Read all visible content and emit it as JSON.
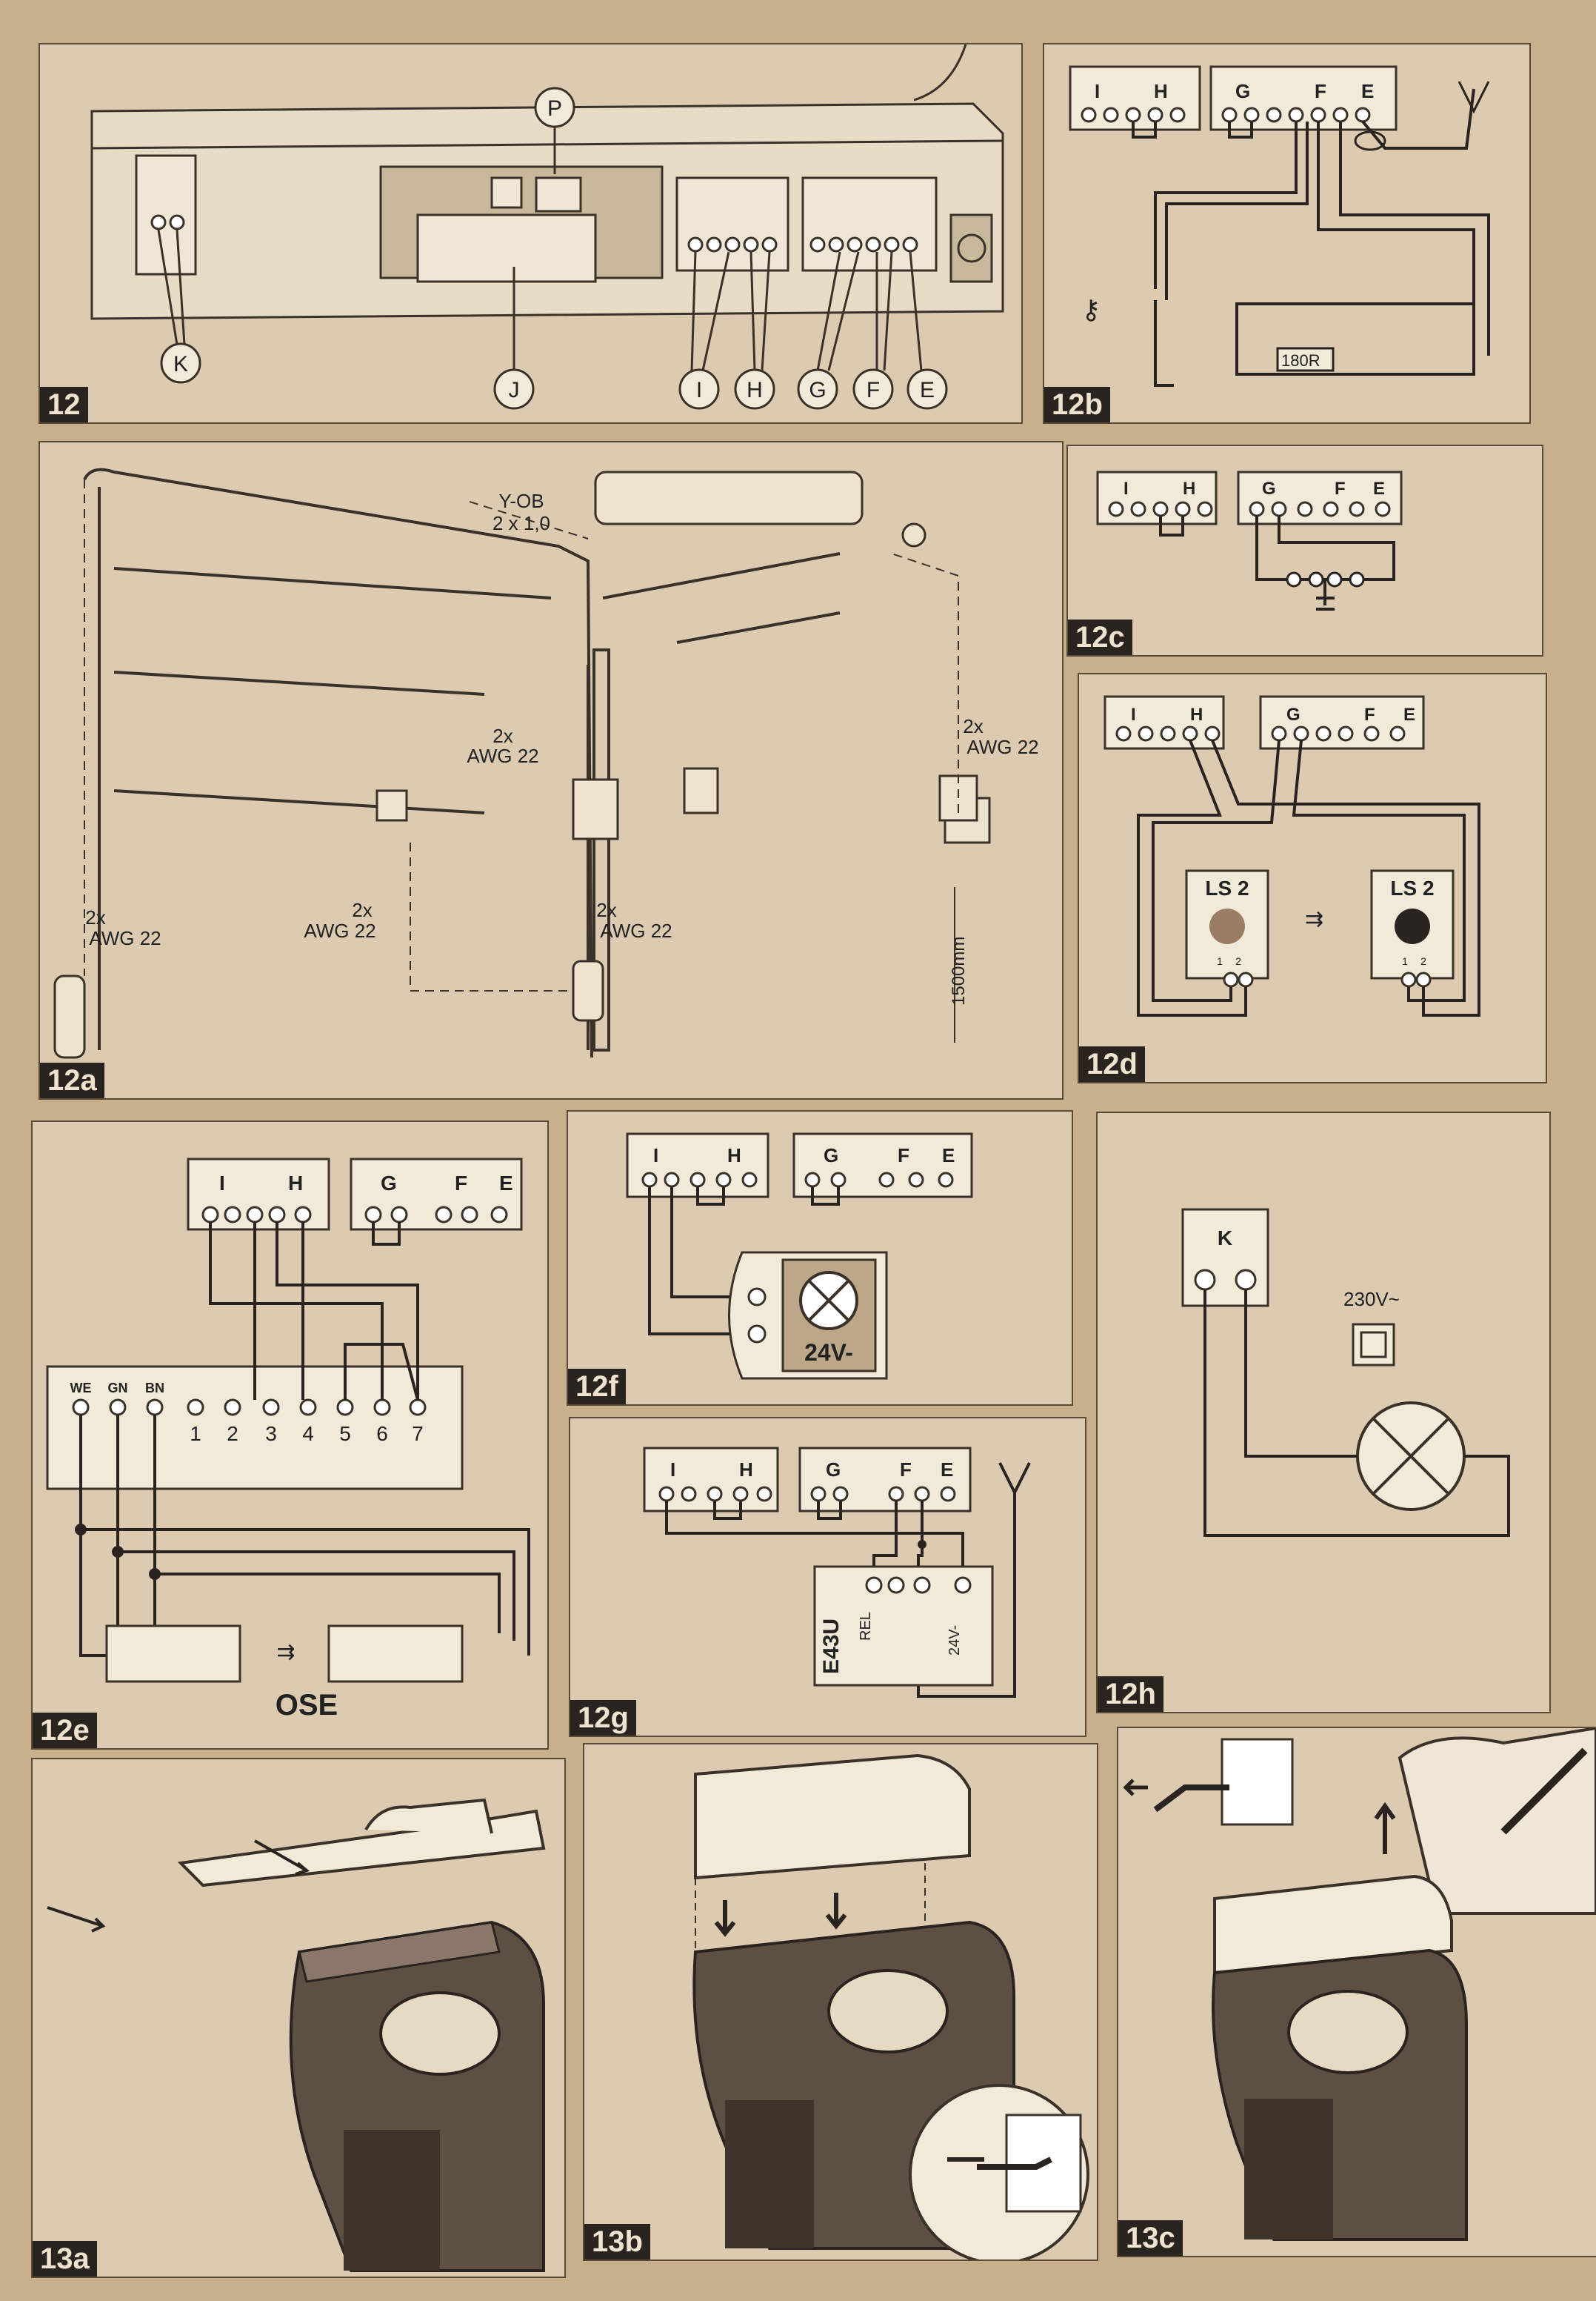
{
  "panels": {
    "p12": {
      "label": "12",
      "callouts": [
        "P",
        "K",
        "J",
        "I",
        "H",
        "G",
        "F",
        "E"
      ]
    },
    "p12b": {
      "label": "12b",
      "terminals": [
        "I",
        "H",
        "G",
        "F",
        "E"
      ],
      "resistor": "180R"
    },
    "p12a": {
      "label": "12a",
      "cable_top": "Y-OB",
      "cable_top_spec": "2 x 1,0",
      "qty": "2x",
      "awg": "AWG 22",
      "height": "1500mm"
    },
    "p12c": {
      "label": "12c",
      "terminals": [
        "I",
        "H",
        "G",
        "F",
        "E"
      ]
    },
    "p12d": {
      "label": "12d",
      "terminals": [
        "I",
        "H",
        "G",
        "F",
        "E"
      ],
      "sensor": "LS 2",
      "pin1": "1",
      "pin2": "2"
    },
    "p12e": {
      "label": "12e",
      "terminals": [
        "I",
        "H",
        "G",
        "F",
        "E"
      ],
      "wires": [
        "WE",
        "GN",
        "BN"
      ],
      "numbers": [
        "1",
        "2",
        "3",
        "4",
        "5",
        "6",
        "7"
      ],
      "device": "OSE"
    },
    "p12f": {
      "label": "12f",
      "terminals": [
        "I",
        "H",
        "G",
        "F",
        "E"
      ],
      "lamp_voltage": "24V-"
    },
    "p12g": {
      "label": "12g",
      "terminals": [
        "I",
        "H",
        "G",
        "F",
        "E"
      ],
      "module": "E43U",
      "rel": "REL",
      "volt": "24V-"
    },
    "p12h": {
      "label": "12h",
      "terminal": "K",
      "voltage": "230V~"
    },
    "p13a": {
      "label": "13a"
    },
    "p13b": {
      "label": "13b"
    },
    "p13c": {
      "label": "13c"
    }
  }
}
